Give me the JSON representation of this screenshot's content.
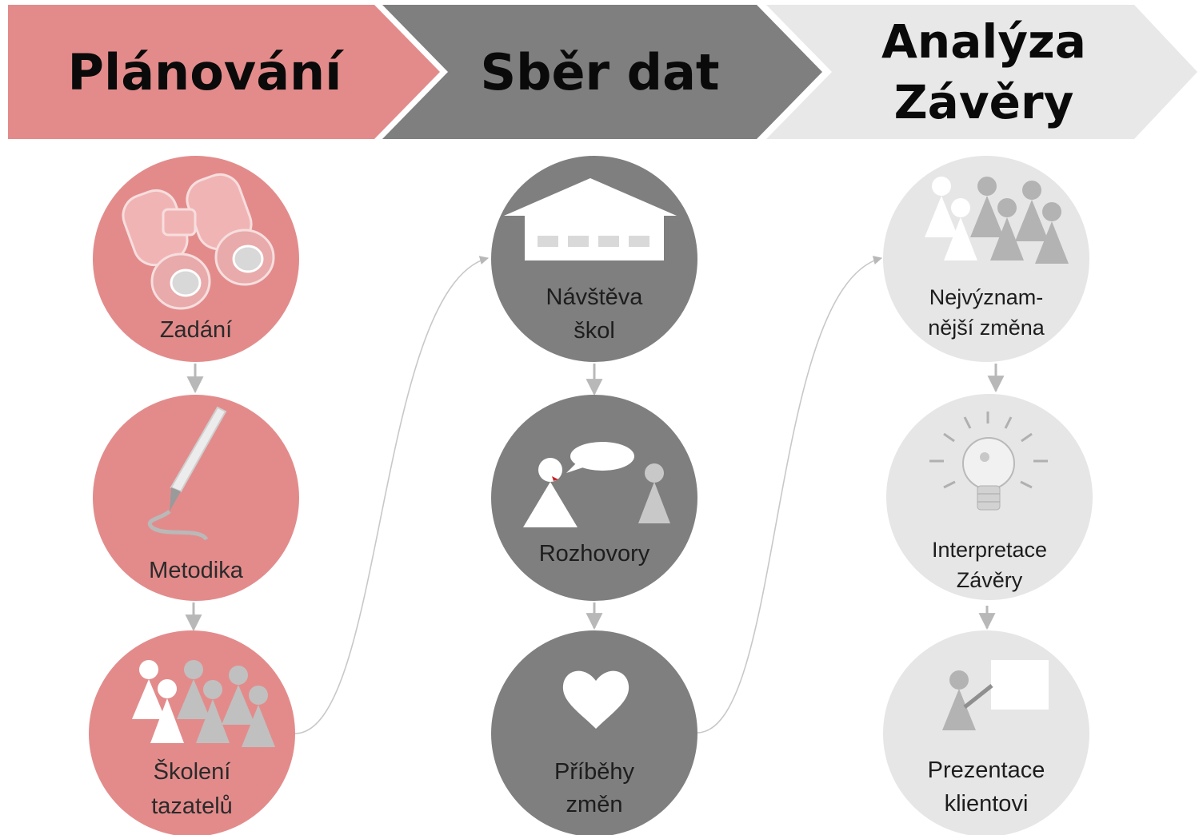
{
  "phases": [
    {
      "title_lines": [
        "Plánování"
      ],
      "color": "#e38b8b"
    },
    {
      "title_lines": [
        "Sběr dat"
      ],
      "color": "#7f7f7f"
    },
    {
      "title_lines": [
        "Analýza",
        "Závěry"
      ],
      "color": "#e8e8e8"
    }
  ],
  "nodes": {
    "planning": [
      {
        "label_lines": [
          "Zadání"
        ],
        "icon": "binoculars-icon"
      },
      {
        "label_lines": [
          "Metodika"
        ],
        "icon": "fountain-pen-icon"
      },
      {
        "label_lines": [
          "Školení",
          "tazatelů"
        ],
        "icon": "people-group-icon"
      }
    ],
    "collection": [
      {
        "label_lines": [
          "Návštěva",
          "škol"
        ],
        "icon": "school-building-icon"
      },
      {
        "label_lines": [
          "Rozhovory"
        ],
        "icon": "conversation-icon"
      },
      {
        "label_lines": [
          "Příběhy",
          "změn"
        ],
        "icon": "heart-icon"
      }
    ],
    "analysis": [
      {
        "label_lines": [
          "Nejvýznam-",
          "nější změna"
        ],
        "icon": "people-group-icon"
      },
      {
        "label_lines": [
          "Interpretace",
          "Závěry"
        ],
        "icon": "light-bulb-icon"
      },
      {
        "label_lines": [
          "Prezentace",
          "klientovi"
        ],
        "icon": "presenter-board-icon"
      }
    ]
  },
  "colors": {
    "planning_circle": "#e38b8b",
    "collection_circle": "#7f7f7f",
    "analysis_circle": "#e6e6e6",
    "arrow": "#b8b8b8"
  }
}
